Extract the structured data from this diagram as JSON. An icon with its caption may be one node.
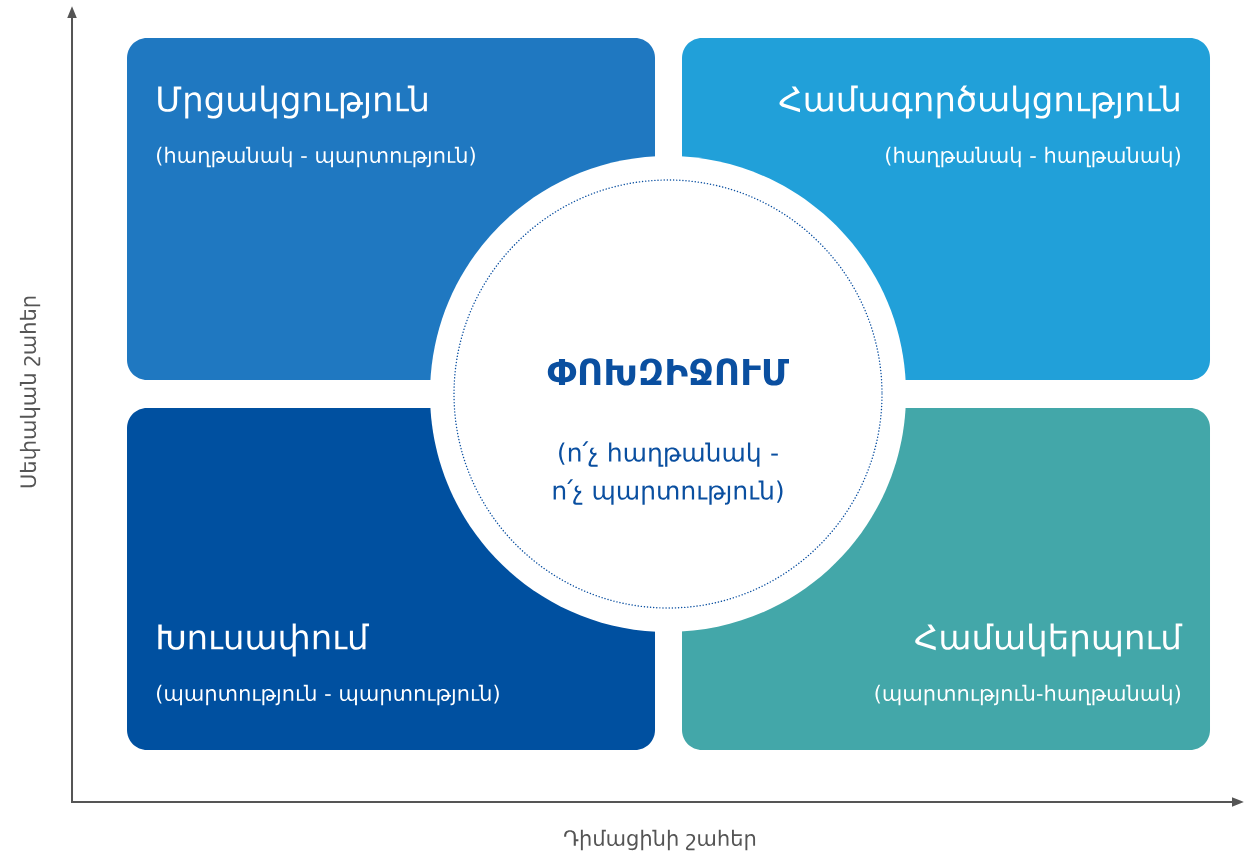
{
  "diagram": {
    "nodes": [
      {
        "text": [
          "Մրցակցություն",
          "(հաղթանակ - պարտություն)"
        ]
      },
      {
        "text": [
          "Համագործակցություն",
          "(հաղթանակ - հաղթանակ)"
        ]
      },
      {
        "text": [
          "Խուսափում",
          "(պարտություն - պարտություն)"
        ]
      },
      {
        "text": [
          "Համակերպում",
          "(պարտություն-հաղթանակ)"
        ]
      },
      {
        "text": [
          "ՓՈԽԶԻՋՈՒՄ",
          "(ո՛չ հաղթանակ - ո՛չ պարտություն)"
        ]
      }
    ],
    "edges": [],
    "labels": [
      "Սեփական շահեր",
      "Դիմացինի շահեր"
    ]
  }
}
